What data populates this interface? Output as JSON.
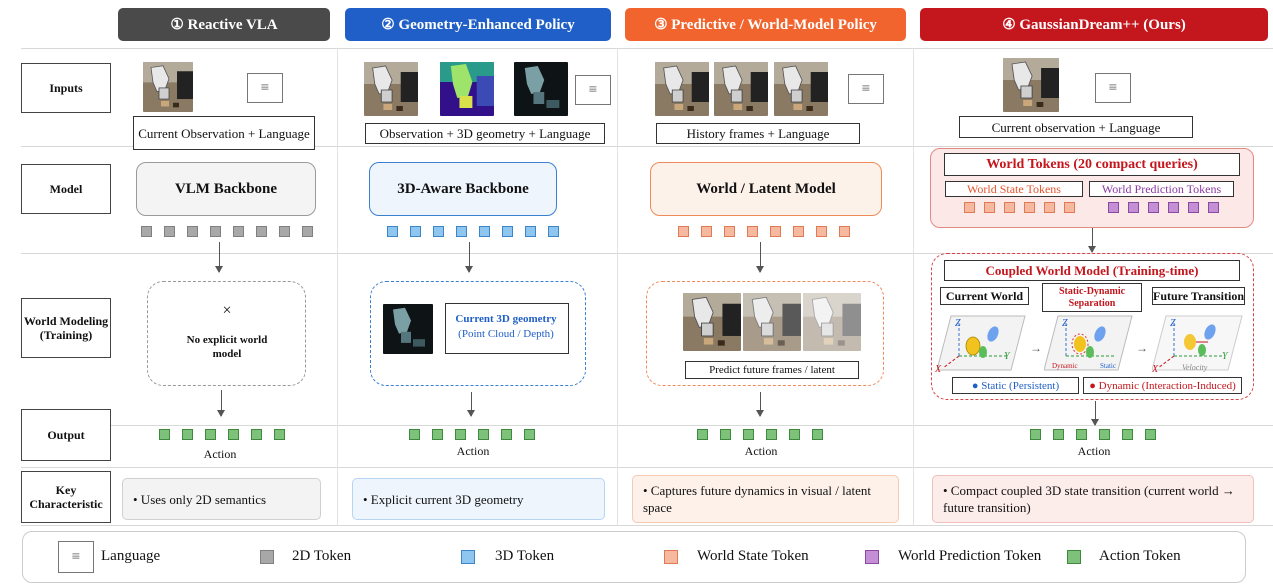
{
  "headers": [
    {
      "label": "① Reactive VLA",
      "color": "#4a4a4a"
    },
    {
      "label": "② Geometry-Enhanced Policy",
      "color": "#1f5fc7"
    },
    {
      "label": "③ Predictive / World-Model Policy",
      "color": "#f2642e"
    },
    {
      "label": "④ GaussianDream++ (Ours)",
      "color": "#c3161d"
    }
  ],
  "row_labels": {
    "inputs": "Inputs",
    "model": "Model",
    "world_modeling": "World Modeling (Training)",
    "output": "Output",
    "key": "Key Characteristic"
  },
  "language_glyph": "≡",
  "inputs": {
    "col1": "Current Observation + Language",
    "col2": "Observation + 3D geometry + Language",
    "col3": "History frames + Language",
    "col4": "Current observation + Language"
  },
  "models": {
    "col1": "VLM Backbone",
    "col2": "3D-Aware Backbone",
    "col3": "World / Latent Model"
  },
  "ours_model": {
    "title": "World Tokens (20 compact queries)",
    "state_label": "World State Tokens",
    "pred_label": "World Prediction Tokens"
  },
  "world_modeling": {
    "col1_mark": "×",
    "col1_text": "No explicit world model",
    "col2_title": "Current 3D geometry",
    "col2_sub": "(Point Cloud / Depth)",
    "col3_caption": "Predict future frames / latent"
  },
  "coupled": {
    "title": "Coupled World Model (Training-time)",
    "current": "Current World",
    "separation": "Static-Dynamic Separation",
    "future": "Future Transition",
    "static_legend": "● Static (Persistent)",
    "dynamic_legend": "● Dynamic (Interaction-Induced)",
    "axis_z": "Z",
    "axis_y": "Y",
    "axis_x": "X",
    "dynamic_tag": "Dynamic",
    "static_tag": "Static",
    "velocity_tag": "Velocity"
  },
  "output_label": "Action",
  "key": {
    "col1": "• Uses only 2D semantics",
    "col2": "• Explicit current 3D geometry",
    "col3": "• Captures future dynamics in visual / latent space",
    "col4": "• Compact coupled 3D state transition (current world → future transition)"
  },
  "legend": {
    "language": "Language",
    "token2d": "2D Token",
    "token3d": "3D Token",
    "state": "World State Token",
    "prediction": "World Prediction Token",
    "action": "Action Token"
  }
}
